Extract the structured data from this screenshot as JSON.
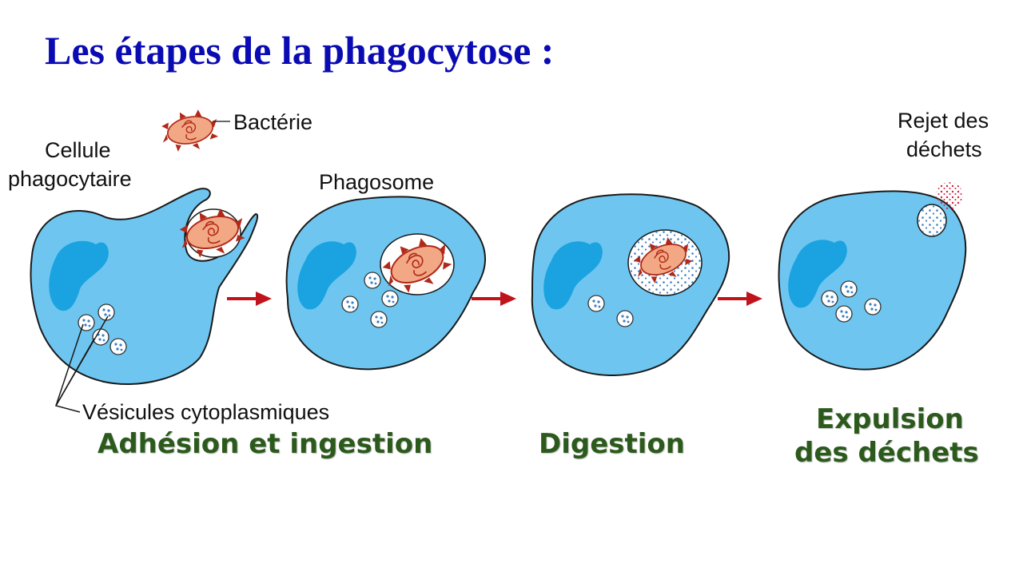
{
  "title": "Les étapes de la phagocytose :",
  "labels": {
    "bacterie": "Bactérie",
    "cellule_line1": "Cellule",
    "cellule_line2": "phagocytaire",
    "phagosome": "Phagosome",
    "rejet_line1": "Rejet des",
    "rejet_line2": "déchets",
    "vesicules": "Vésicules cytoplasmiques"
  },
  "stages": {
    "stage1": "Adhésion et ingestion",
    "stage2": "Digestion",
    "stage3_line1": "Expulsion",
    "stage3_line2": "des déchets"
  },
  "colors": {
    "title": "#0b0bb3",
    "cell": "#6ec6f0",
    "nucleus": "#1aa3e0",
    "bacteria": "#f2a884",
    "bacteria_outline": "#b02818",
    "arrow": "#c0141c",
    "stage_text": "#2c5a1c",
    "vesicle_dots": "#3a7fc4"
  }
}
